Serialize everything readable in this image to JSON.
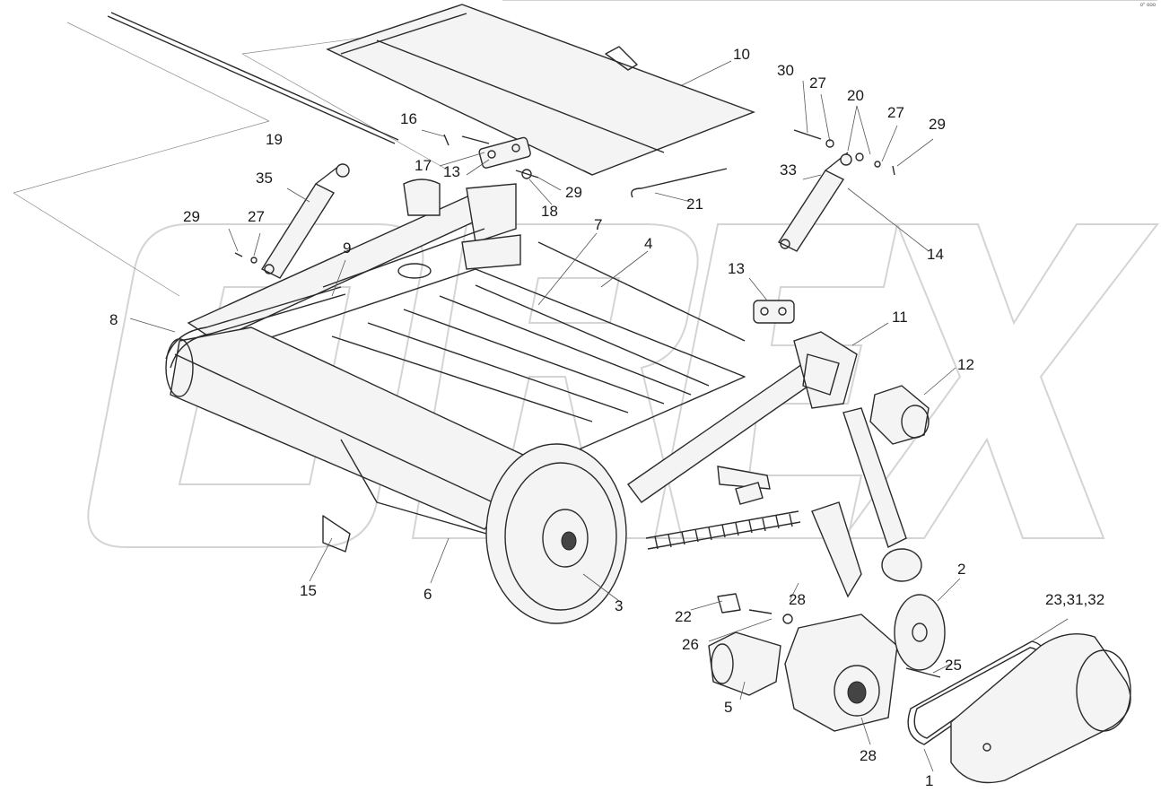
{
  "corner_mark": "o° ooo",
  "watermark": {
    "text": "OREX"
  },
  "callouts": [
    {
      "id": "c10",
      "label": "10"
    },
    {
      "id": "c30",
      "label": "30"
    },
    {
      "id": "c27a",
      "label": "27"
    },
    {
      "id": "c20",
      "label": "20"
    },
    {
      "id": "c27b",
      "label": "27"
    },
    {
      "id": "c29a",
      "label": "29"
    },
    {
      "id": "c16",
      "label": "16"
    },
    {
      "id": "c19",
      "label": "19"
    },
    {
      "id": "c17",
      "label": "17"
    },
    {
      "id": "c13a",
      "label": "13"
    },
    {
      "id": "c29b",
      "label": "29"
    },
    {
      "id": "c18",
      "label": "18"
    },
    {
      "id": "c21",
      "label": "21"
    },
    {
      "id": "c33",
      "label": "33"
    },
    {
      "id": "c35",
      "label": "35"
    },
    {
      "id": "c14",
      "label": "14"
    },
    {
      "id": "c29c",
      "label": "29"
    },
    {
      "id": "c27c",
      "label": "27"
    },
    {
      "id": "c7",
      "label": "7"
    },
    {
      "id": "c4",
      "label": "4"
    },
    {
      "id": "c9",
      "label": "9"
    },
    {
      "id": "c13b",
      "label": "13"
    },
    {
      "id": "c8",
      "label": "8"
    },
    {
      "id": "c11",
      "label": "11"
    },
    {
      "id": "c12",
      "label": "12"
    },
    {
      "id": "c2",
      "label": "2"
    },
    {
      "id": "c15",
      "label": "15"
    },
    {
      "id": "c6",
      "label": "6"
    },
    {
      "id": "c3",
      "label": "3"
    },
    {
      "id": "c28a",
      "label": "28"
    },
    {
      "id": "c22",
      "label": "22"
    },
    {
      "id": "c23",
      "label": "23,31,32"
    },
    {
      "id": "c26",
      "label": "26"
    },
    {
      "id": "c25",
      "label": "25"
    },
    {
      "id": "c5",
      "label": "5"
    },
    {
      "id": "c28b",
      "label": "28"
    },
    {
      "id": "c1",
      "label": "1"
    }
  ]
}
